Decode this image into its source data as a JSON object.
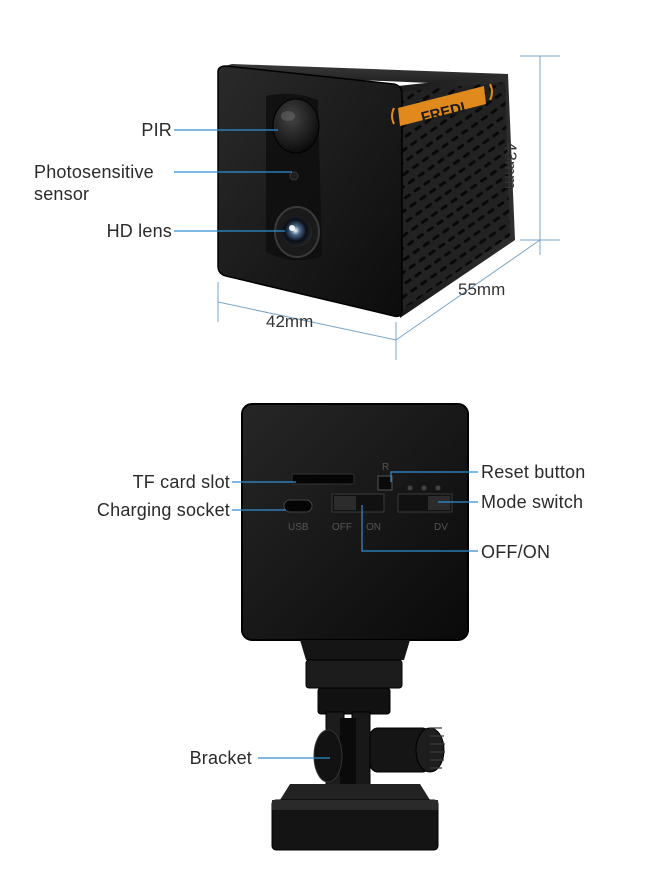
{
  "camera_front": {
    "brand_text": "FREDI",
    "callouts": {
      "pir": "PIR",
      "photosensitive_line1": "Photosensitive",
      "photosensitive_line2": "sensor",
      "hd_lens": "HD lens"
    },
    "dimensions": {
      "height": "43mm",
      "depth": "55mm",
      "width": "42mm"
    }
  },
  "camera_back": {
    "callouts": {
      "tf_card_slot": "TF card slot",
      "charging_socket": "Charging socket",
      "reset_button": "Reset button",
      "mode_switch": "Mode switch",
      "off_on": "OFF/ON",
      "bracket": "Bracket"
    },
    "panel_labels": {
      "usb": "USB",
      "off": "OFF",
      "on": "ON",
      "dv": "DV",
      "reset_mark": "R"
    }
  },
  "colors": {
    "callout_line": "#2f8fd6",
    "body": "#151515",
    "brand_badge": "#e08a1e"
  }
}
